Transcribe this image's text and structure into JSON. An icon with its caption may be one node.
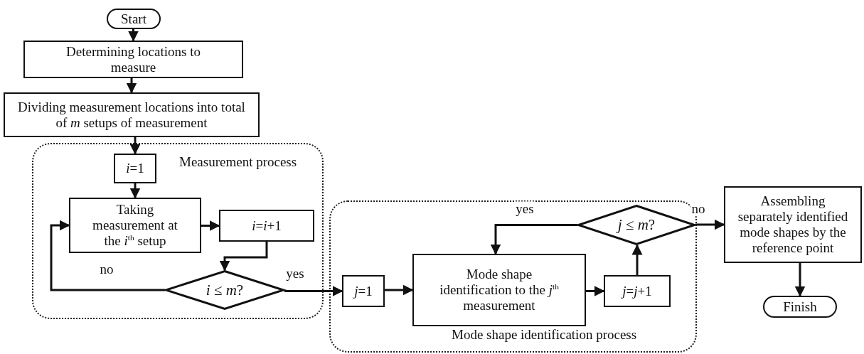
{
  "diagram": {
    "nodes": [
      {
        "text": [
          "Start"
        ]
      },
      {
        "text": [
          "Determining locations to measure"
        ]
      },
      {
        "text": [
          "Dividing measurement locations into total of *m* setups of measurement"
        ]
      },
      {
        "text": [
          "Measurement process"
        ]
      },
      {
        "text": [
          "*i*=1"
        ],
        "in": 3
      },
      {
        "text": [
          "Taking measurement at the *i*$^{th}$ setup"
        ],
        "in": 3
      },
      {
        "text": [
          "*i*=*i*+1"
        ],
        "in": 3
      },
      {
        "text": [
          "*i* ≤ *m*?"
        ],
        "in": 3
      },
      {
        "text": [
          "Mode shape identification process"
        ]
      },
      {
        "text": [
          "*j*=1"
        ],
        "in": 8
      },
      {
        "text": [
          "Mode shape identification to the *j*$^{th}$ measurement"
        ],
        "in": 8
      },
      {
        "text": [
          "*j*=*j*+1"
        ],
        "in": 8
      },
      {
        "text": [
          "*j* ≤ *m*?"
        ],
        "in": 8
      },
      {
        "text": [
          "Assembling separately identified mode shapes by the reference point"
        ]
      },
      {
        "text": [
          "Finish"
        ]
      }
    ],
    "edges": [
      {
        "from": 0,
        "to": 1,
        "arrow": "to"
      },
      {
        "from": 1,
        "to": 2,
        "arrow": "to"
      },
      {
        "from": 2,
        "to": 4,
        "arrow": "to"
      },
      {
        "from": 4,
        "to": 5,
        "arrow": "to"
      },
      {
        "from": 5,
        "to": 6,
        "arrow": "to"
      },
      {
        "from": 6,
        "to": 7,
        "arrow": "to"
      },
      {
        "from": 7,
        "to": 5,
        "arrow": "to",
        "label": "no"
      },
      {
        "from": 7,
        "to": 9,
        "arrow": "to",
        "label": "yes"
      },
      {
        "from": 9,
        "to": 10,
        "arrow": "to"
      },
      {
        "from": 10,
        "to": 11,
        "arrow": "to"
      },
      {
        "from": 11,
        "to": 12,
        "arrow": "to"
      },
      {
        "from": 12,
        "to": 10,
        "arrow": "to",
        "label": "yes"
      },
      {
        "from": 12,
        "to": 13,
        "arrow": "to",
        "label": "no"
      },
      {
        "from": 13,
        "to": 14,
        "arrow": "to"
      }
    ]
  }
}
